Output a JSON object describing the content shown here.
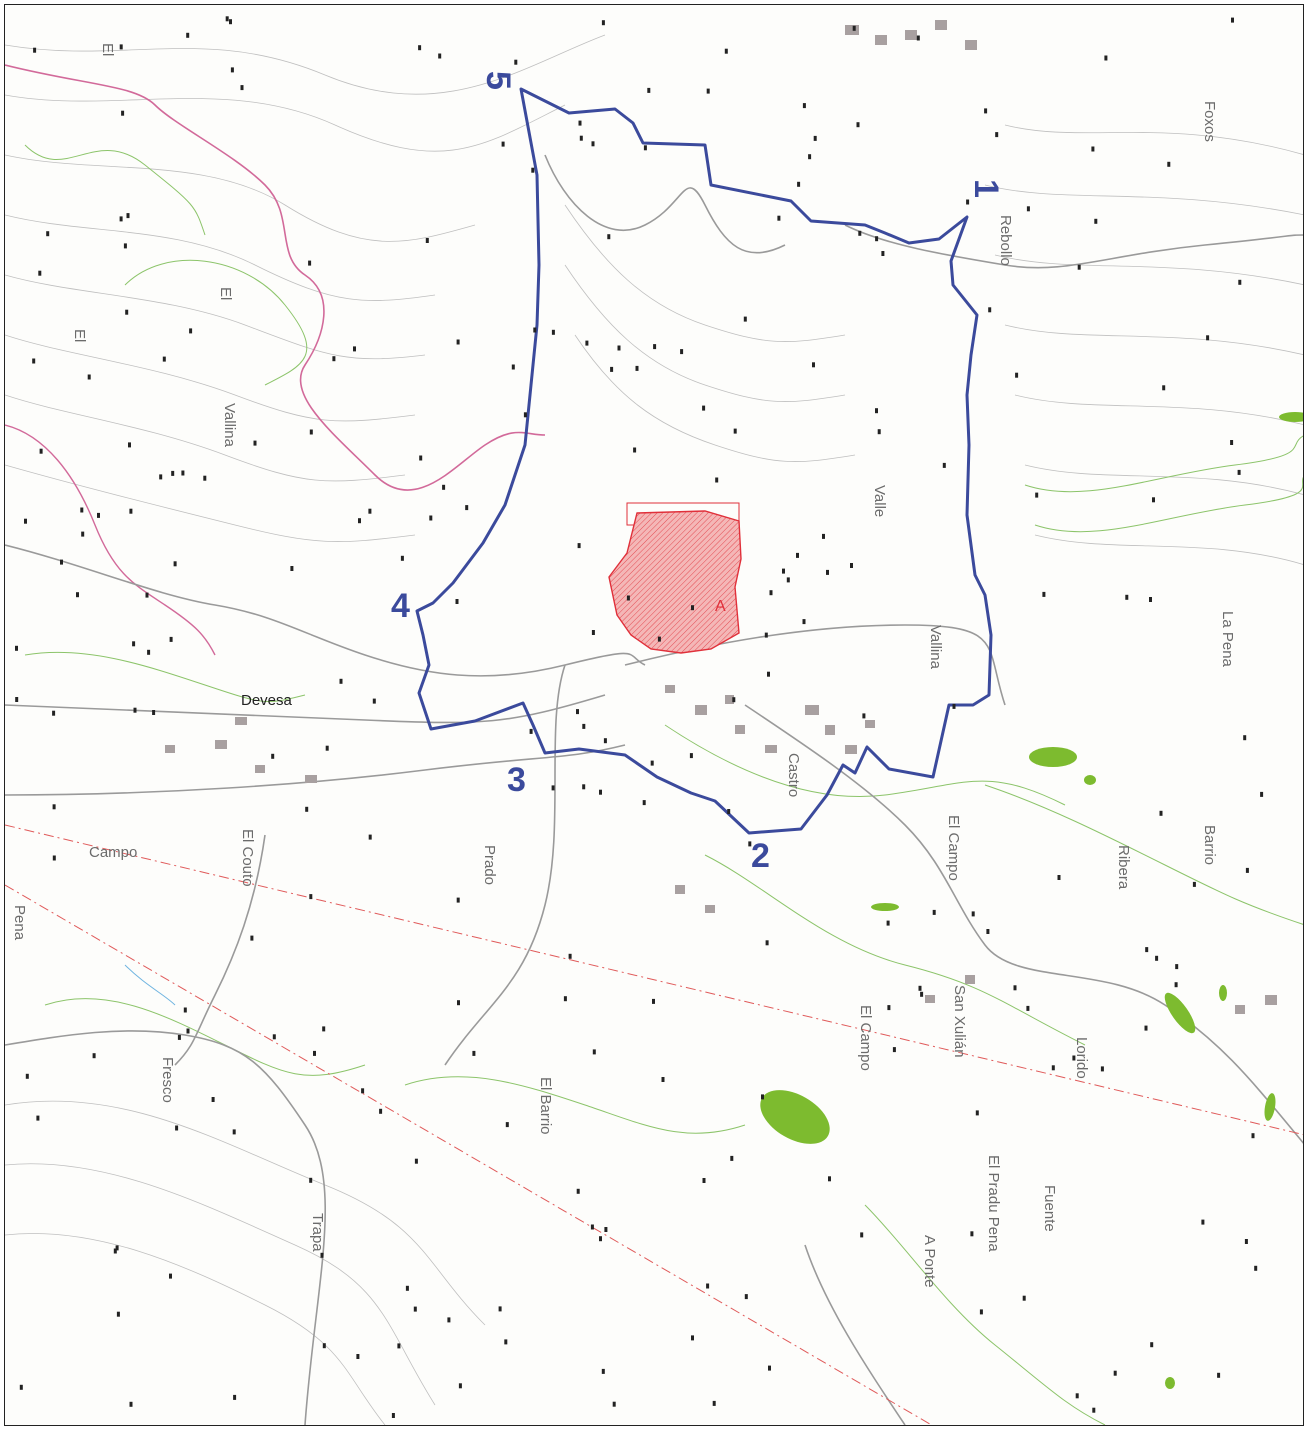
{
  "colors": {
    "boundary": "#3b4a9c",
    "zone_fill": "#f4b7b7",
    "zone_stroke": "#e0303a",
    "contour": "#bfbfbf",
    "vegetation": "#8cc46a",
    "green_patch": "#7dbb2f",
    "road": "#9a9a9a",
    "river": "#d26a9a",
    "powerline": "#e05a5a",
    "building": "#a8a0a0",
    "hydro": "#6fb4e0"
  },
  "boundary": {
    "vertex_labels": [
      "1",
      "2",
      "3",
      "4",
      "5"
    ]
  },
  "zone": {
    "label": "A"
  },
  "toponyms": [
    "El",
    "El",
    "El",
    "Devesa",
    "El Campo",
    "San Xulián",
    "El Pradu Pena",
    "A Ponte",
    "El Campo",
    "El Barrio",
    "Fresco",
    "Fuente",
    "Pena",
    "Lorido",
    "Campo",
    "Barrio",
    "Prado",
    "Valle",
    "Vallina",
    "El Couto",
    "La Pena",
    "Rebollo",
    "Foxos",
    "Trapa",
    "Vallina",
    "Castro",
    "Ribera"
  ]
}
